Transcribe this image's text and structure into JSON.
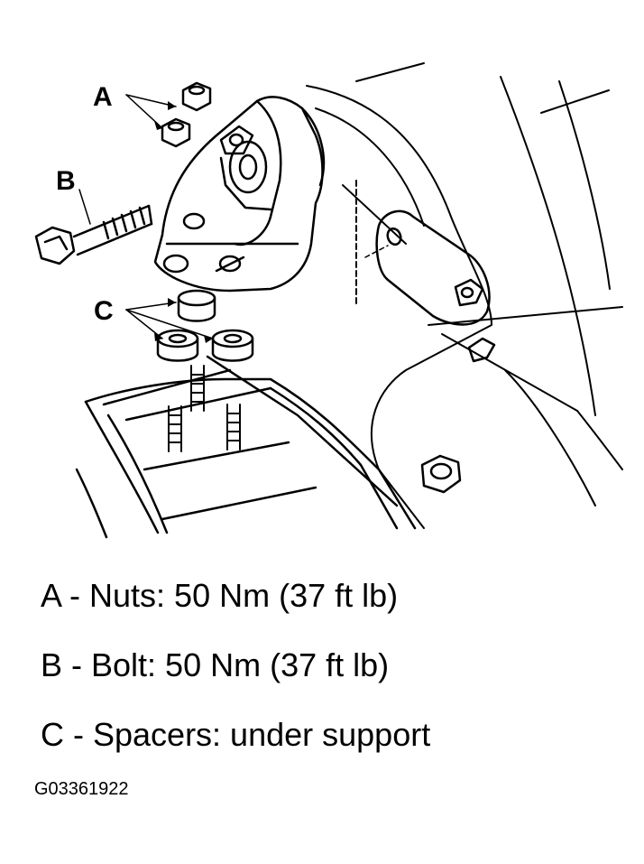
{
  "callouts": {
    "a": "A",
    "b": "B",
    "c": "C"
  },
  "legend": [
    {
      "text": "A - Nuts: 50 Nm (37 ft lb)"
    },
    {
      "text": "B - Bolt: 50 Nm (37 ft lb)"
    },
    {
      "text": "C - Spacers: under support"
    }
  ],
  "figure_id": "G03361922",
  "colors": {
    "ink": "#000000",
    "background": "#ffffff"
  }
}
